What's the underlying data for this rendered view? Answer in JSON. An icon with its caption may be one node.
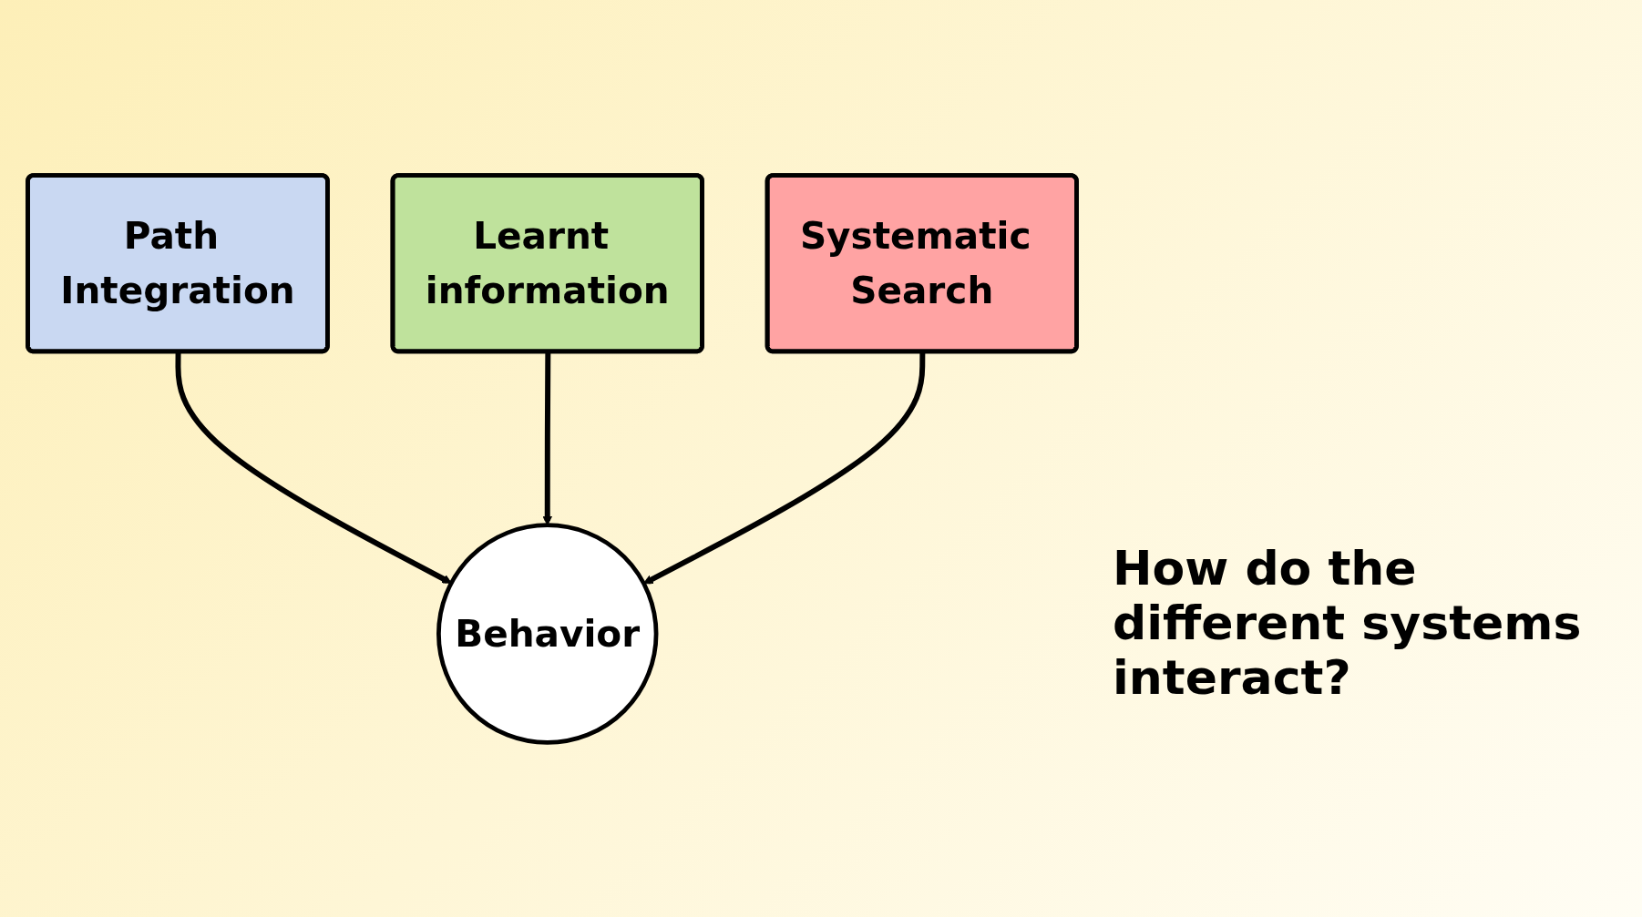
{
  "diagram": {
    "nodes": [
      {
        "text": [
          "Path Integration"
        ]
      },
      {
        "text": [
          "Learnt information"
        ]
      },
      {
        "text": [
          "Systematic Search"
        ]
      },
      {
        "text": [
          "Behavior"
        ]
      }
    ],
    "edges": [
      {
        "from": 0,
        "to": 3,
        "arrow": "to"
      },
      {
        "from": 1,
        "to": 3,
        "arrow": "to"
      },
      {
        "from": 2,
        "to": 3,
        "arrow": "to"
      }
    ],
    "labels": [
      "How do the different systems interact?"
    ]
  }
}
